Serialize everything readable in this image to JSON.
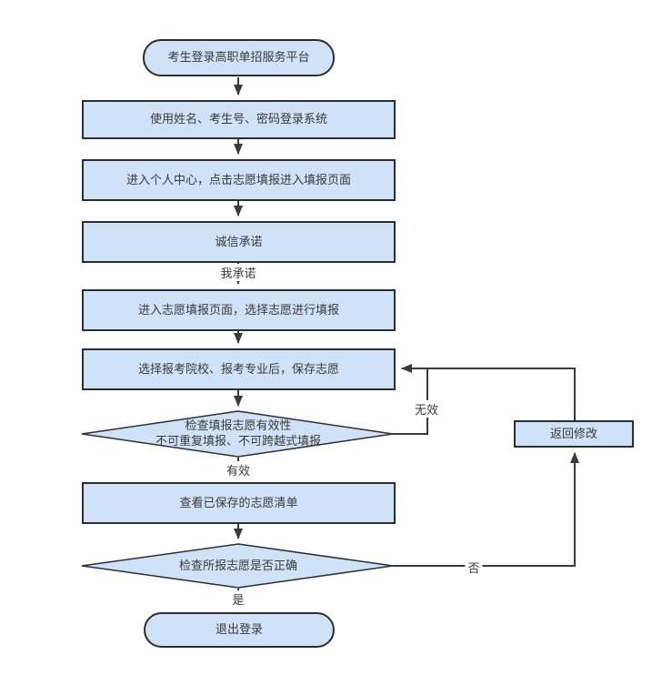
{
  "diagram": {
    "background_color": "#ffffff",
    "node_fill_color": "#cfe2f8",
    "node_border_color": "#2e2e2e",
    "connector_color": "#3a3a3a",
    "text_color": "#3a3a3a",
    "nodes": {
      "start": {
        "type": "terminator",
        "label": "考生登录高职单招服务平台"
      },
      "login": {
        "type": "process",
        "label": "使用姓名、考生号、密码登录系统"
      },
      "personal_center": {
        "type": "process",
        "label": "进入个人中心，点击志愿填报进入填报页面"
      },
      "integrity_pledge": {
        "type": "process",
        "label": "诚信承诺"
      },
      "fill_page": {
        "type": "process",
        "label": "进入志愿填报页面，选择志愿进行填报"
      },
      "save_choice": {
        "type": "process",
        "label": "选择报考院校、报考专业后，保存志愿"
      },
      "check_validity": {
        "type": "decision",
        "line1": "检查填报志愿有效性",
        "line2": "不可重复填报、不可跨越式填报"
      },
      "view_saved": {
        "type": "process",
        "label": "查看已保存的志愿清单"
      },
      "check_correct": {
        "type": "decision",
        "label": "检查所报志愿是否正确"
      },
      "logout": {
        "type": "terminator",
        "label": "退出登录"
      },
      "return_modify": {
        "type": "process",
        "label": "返回修改"
      }
    },
    "edge_labels": {
      "pledge": "我承诺",
      "valid": "有效",
      "invalid": "无效",
      "yes": "是",
      "no": "否"
    }
  }
}
